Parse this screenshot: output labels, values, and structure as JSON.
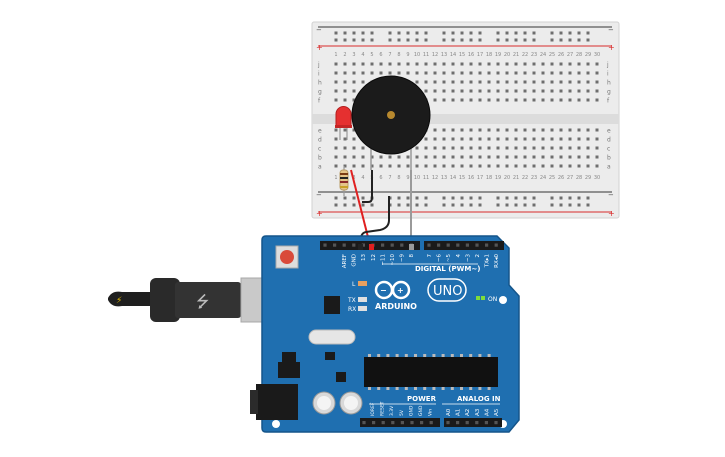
{
  "breadboard": {
    "rows_top": [
      "j",
      "i",
      "h",
      "g",
      "f"
    ],
    "rows_bottom": [
      "e",
      "d",
      "c",
      "b",
      "a"
    ],
    "columns": [
      "1",
      "2",
      "3",
      "4",
      "5",
      "6",
      "7",
      "8",
      "9",
      "10",
      "11",
      "12",
      "13",
      "14",
      "15",
      "16",
      "17",
      "18",
      "19",
      "20",
      "21",
      "22",
      "23",
      "24",
      "25",
      "26",
      "27",
      "28",
      "29",
      "30"
    ],
    "rail_plus": "+",
    "rail_minus": "−"
  },
  "arduino": {
    "brand_label": "ARDUINO",
    "model_label": "UNO",
    "digital_label": "DIGITAL (PWM~)",
    "power_label": "POWER",
    "analog_label": "ANALOG IN",
    "led_l_label": "L",
    "led_tx_label": "TX",
    "led_rx_label": "RX",
    "on_label": "ON",
    "top_pins": [
      "AREF",
      "GND",
      "13",
      "12",
      "~11",
      "~10",
      "~9",
      "8",
      "7",
      "~6",
      "~5",
      "4",
      "~3",
      "2",
      "TX▸1",
      "RX◂0"
    ],
    "power_pins": [
      "IOREF",
      "RESET",
      "3.3V",
      "5V",
      "GND",
      "GND",
      "Vin"
    ],
    "analog_pins": [
      "A0",
      "A1",
      "A2",
      "A3",
      "A4",
      "A5"
    ]
  },
  "colors": {
    "board_blue": "#1f6fb0",
    "board_dark": "#15558a",
    "breadboard": "#ececec",
    "rail_red": "#d92b2b",
    "wire_red": "#e02020",
    "wire_black": "#222222",
    "wire_gray": "#9a9a9a",
    "led_red": "#e53030",
    "buzzer": "#1b1b1b"
  }
}
